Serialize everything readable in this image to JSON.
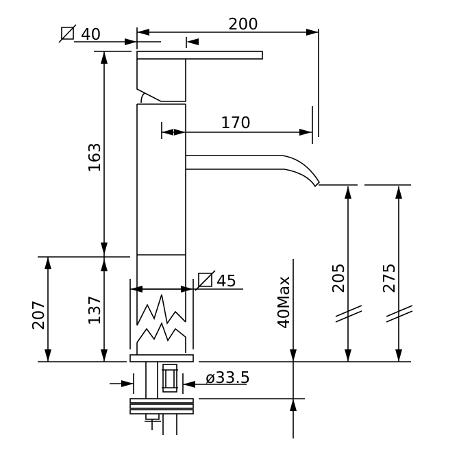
{
  "title": "Basin mixer tap dimension drawing",
  "dimensions": {
    "lever_diameter": "40",
    "total_depth": "200",
    "spout_reach": "170",
    "upper_height": "163",
    "body_height": "137",
    "base_to_top_lower": "207",
    "body_diameter": "45",
    "max_counter_thickness": "40Max",
    "spout_clearance": "205",
    "total_height": "275",
    "thread_diameter": "ø33.5"
  },
  "colors": {
    "line": "#000000",
    "background": "#ffffff"
  }
}
